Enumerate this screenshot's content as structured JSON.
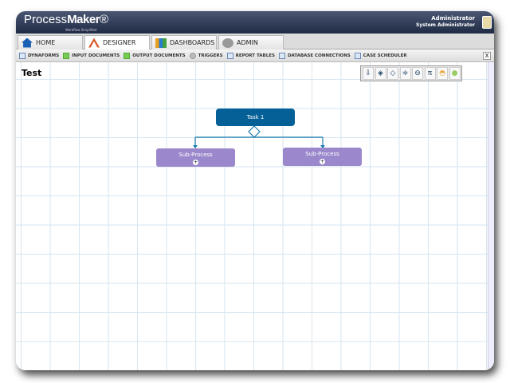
{
  "header": {
    "logo_primary": "Process",
    "logo_bold": "Maker",
    "tagline": "Workflow Simplified",
    "user_name": "Administrator",
    "user_role": "System Administrator"
  },
  "tabs": [
    {
      "label": "HOME",
      "icon": "home-icon"
    },
    {
      "label": "DESIGNER",
      "icon": "designer-icon",
      "active": true
    },
    {
      "label": "DASHBOARDS",
      "icon": "dashboards-icon"
    },
    {
      "label": "ADMIN",
      "icon": "gear-icon"
    }
  ],
  "toolbar": {
    "items": [
      "DYNAFORMS",
      "INPUT DOCUMENTS",
      "OUTPUT DOCUMENTS",
      "TRIGGERS",
      "REPORT TABLES",
      "DATABASE CONNECTIONS",
      "CASE SCHEDULER"
    ],
    "close": "X"
  },
  "canvas": {
    "title": "Test",
    "shapes_toolbar": [
      "⇩",
      "◈",
      "◇",
      "≑",
      "⊖",
      "π",
      "◓",
      "●"
    ],
    "task": "Task 1",
    "subprocesses": [
      "Sub-Process",
      "Sub-Process"
    ],
    "plus": "+"
  },
  "colors": {
    "task": "#056098",
    "subprocess": "#9b88cc",
    "connector": "#1a7aab"
  }
}
